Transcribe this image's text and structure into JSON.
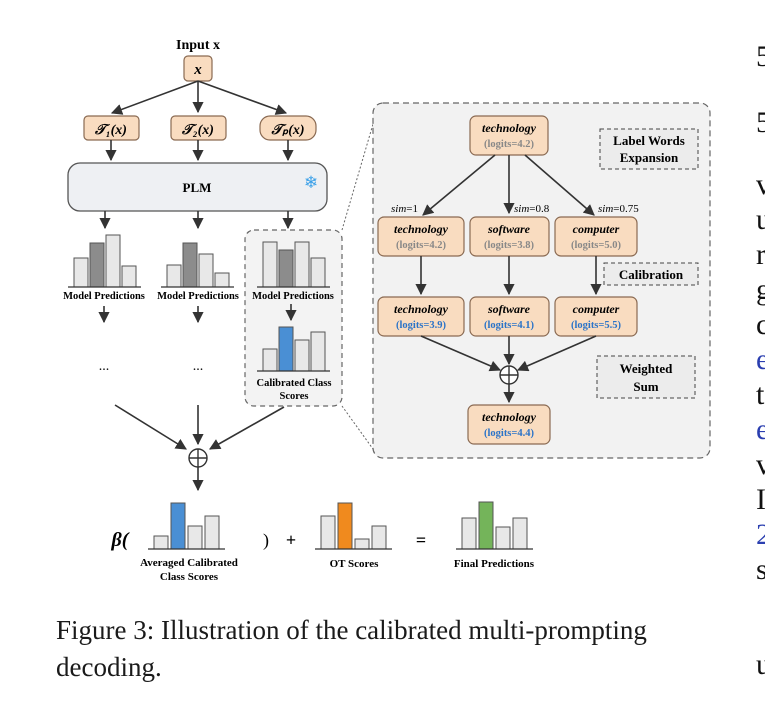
{
  "figure": {
    "input_label": "Input x",
    "x_node": "x",
    "templates": [
      "𝒯₁(x)",
      "𝒯₂(x)",
      "𝒯ₚ(x)"
    ],
    "plm_label": "PLM",
    "snowflake": "❄",
    "model_predictions": [
      "Model Predictions",
      "Model Predictions",
      "Model Predictions"
    ],
    "ellipsis": [
      "...",
      "..."
    ],
    "calibrated_scores": [
      "Calibrated Class",
      "Scores"
    ],
    "oplus": "⊕",
    "beta_open": "β(",
    "close_paren": ")",
    "plus": "+",
    "equals": "=",
    "averaged_label": [
      "Averaged Calibrated",
      "Class Scores"
    ],
    "ot_label": "OT Scores",
    "final_label": "Final Predictions",
    "detail": {
      "root": {
        "word": "technology",
        "logits": "(logits=4.2)"
      },
      "label_words_expansion": [
        "Label Words",
        "Expansion"
      ],
      "sims": [
        {
          "name": "sim",
          "value": "=1"
        },
        {
          "name": "sim",
          "value": "=0.8"
        },
        {
          "name": "sim",
          "value": "=0.75"
        }
      ],
      "expanded": [
        {
          "word": "technology",
          "logits": "(logits=4.2)"
        },
        {
          "word": "software",
          "logits": "(logits=3.8)"
        },
        {
          "word": "computer",
          "logits": "(logits=5.0)"
        }
      ],
      "calibration": "Calibration",
      "calibrated": [
        {
          "word": "technology",
          "logits": "(logits=3.9)"
        },
        {
          "word": "software",
          "logits": "(logits=4.1)"
        },
        {
          "word": "computer",
          "logits": "(logits=5.5)"
        }
      ],
      "weighted_sum": [
        "Weighted",
        "Sum"
      ],
      "result": {
        "word": "technology",
        "logits": "(logits=4.4)"
      }
    }
  },
  "caption": "Figure 3: Illustration of the calibrated multi-prompting decoding.",
  "right_column": [
    "5",
    "5",
    "v",
    "u",
    "r",
    "g",
    "c",
    "e",
    "t",
    "e",
    "v",
    "I",
    "2",
    "s",
    "u"
  ],
  "colors": {
    "node_fill": "#f9dcc0",
    "node_stroke": "#8a6a52",
    "bar_gray": "#e8e8e8",
    "bar_dark": "#8c8c8c",
    "bar_blue": "#4a8fd4",
    "bar_orange": "#f08a1e",
    "bar_green": "#74b45a",
    "logit_blue": "#2a73c8",
    "panel_fill": "#f2f2f2"
  }
}
